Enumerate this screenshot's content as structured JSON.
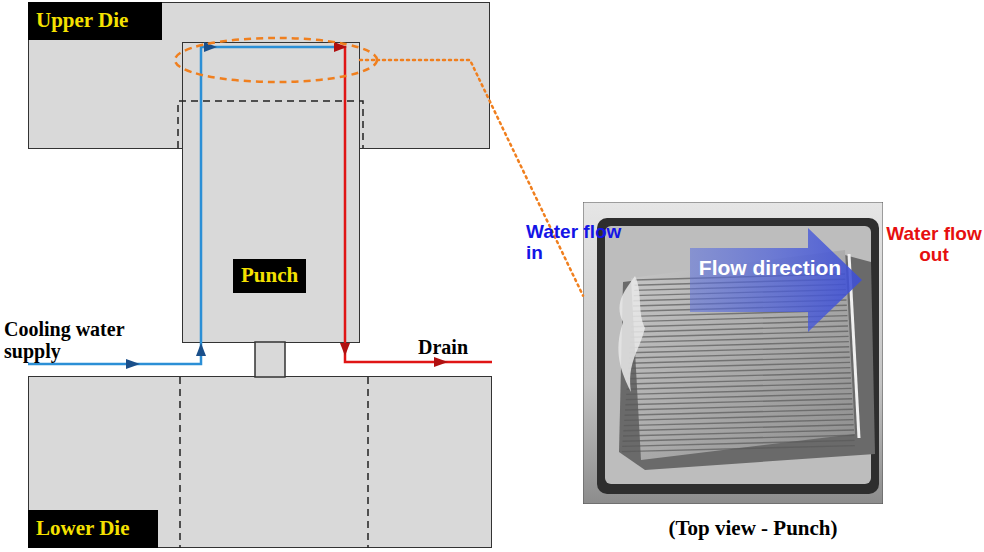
{
  "diagram": {
    "nodes": [
      {
        "text": [
          "Upper Die"
        ]
      },
      {
        "text": [
          "Punch"
        ]
      },
      {
        "text": [
          "Lower Die"
        ]
      },
      {
        "text": [
          "(Top view - Punch)"
        ]
      },
      {
        "text": [
          "Flow direction"
        ],
        "in": 3
      }
    ],
    "edges": [
      {
        "from": 1,
        "to": 3,
        "arrow": "none"
      }
    ],
    "labels": [
      "Cooling water supply",
      "Drain",
      "Water flow in",
      "Water flow out"
    ]
  }
}
